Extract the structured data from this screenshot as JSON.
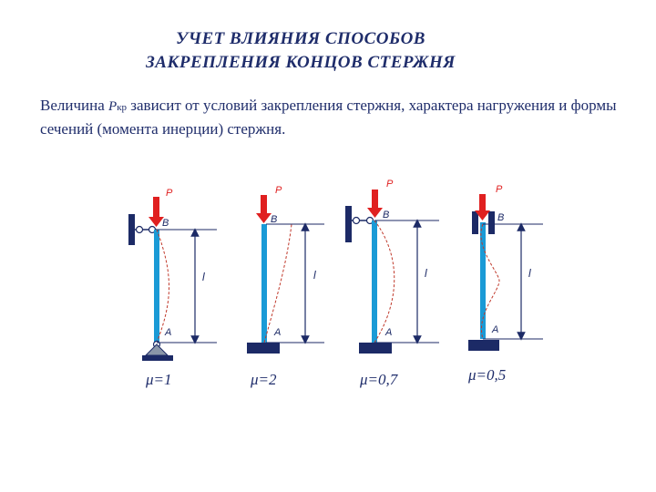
{
  "title": {
    "line1": "УЧЕТ ВЛИЯНИЯ СПОСОБОВ",
    "line2": "ЗАКРЕПЛЕНИЯ КОНЦОВ СТЕРЖНЯ"
  },
  "paragraph": {
    "prefix": "Величина ",
    "symbol": "P",
    "subscript": "кр",
    "text": " зависит от условий закрепления стержня, характера нагружения и формы сечений (момента инерции) стержня."
  },
  "colors": {
    "text": "#1f2d6b",
    "rod": "#1a9ad6",
    "force": "#e02020",
    "support": "#1c2a66",
    "label_red": "#e02020"
  },
  "diagrams": [
    {
      "force_label": "P",
      "top_label": "B",
      "bottom_label": "A",
      "length_label": "l",
      "mu": "μ=1",
      "top_support": "pin-wall",
      "bottom_support": "pin"
    },
    {
      "force_label": "P",
      "top_label": "B",
      "bottom_label": "A",
      "length_label": "l",
      "mu": "μ=2",
      "top_support": "free",
      "bottom_support": "fixed"
    },
    {
      "force_label": "P",
      "top_label": "B",
      "bottom_label": "A",
      "length_label": "l",
      "mu": "μ=0,7",
      "top_support": "pin-wall",
      "bottom_support": "fixed"
    },
    {
      "force_label": "P",
      "top_label": "B",
      "bottom_label": "A",
      "length_label": "l",
      "mu": "μ=0,5",
      "top_support": "clamp",
      "bottom_support": "fixed"
    }
  ]
}
